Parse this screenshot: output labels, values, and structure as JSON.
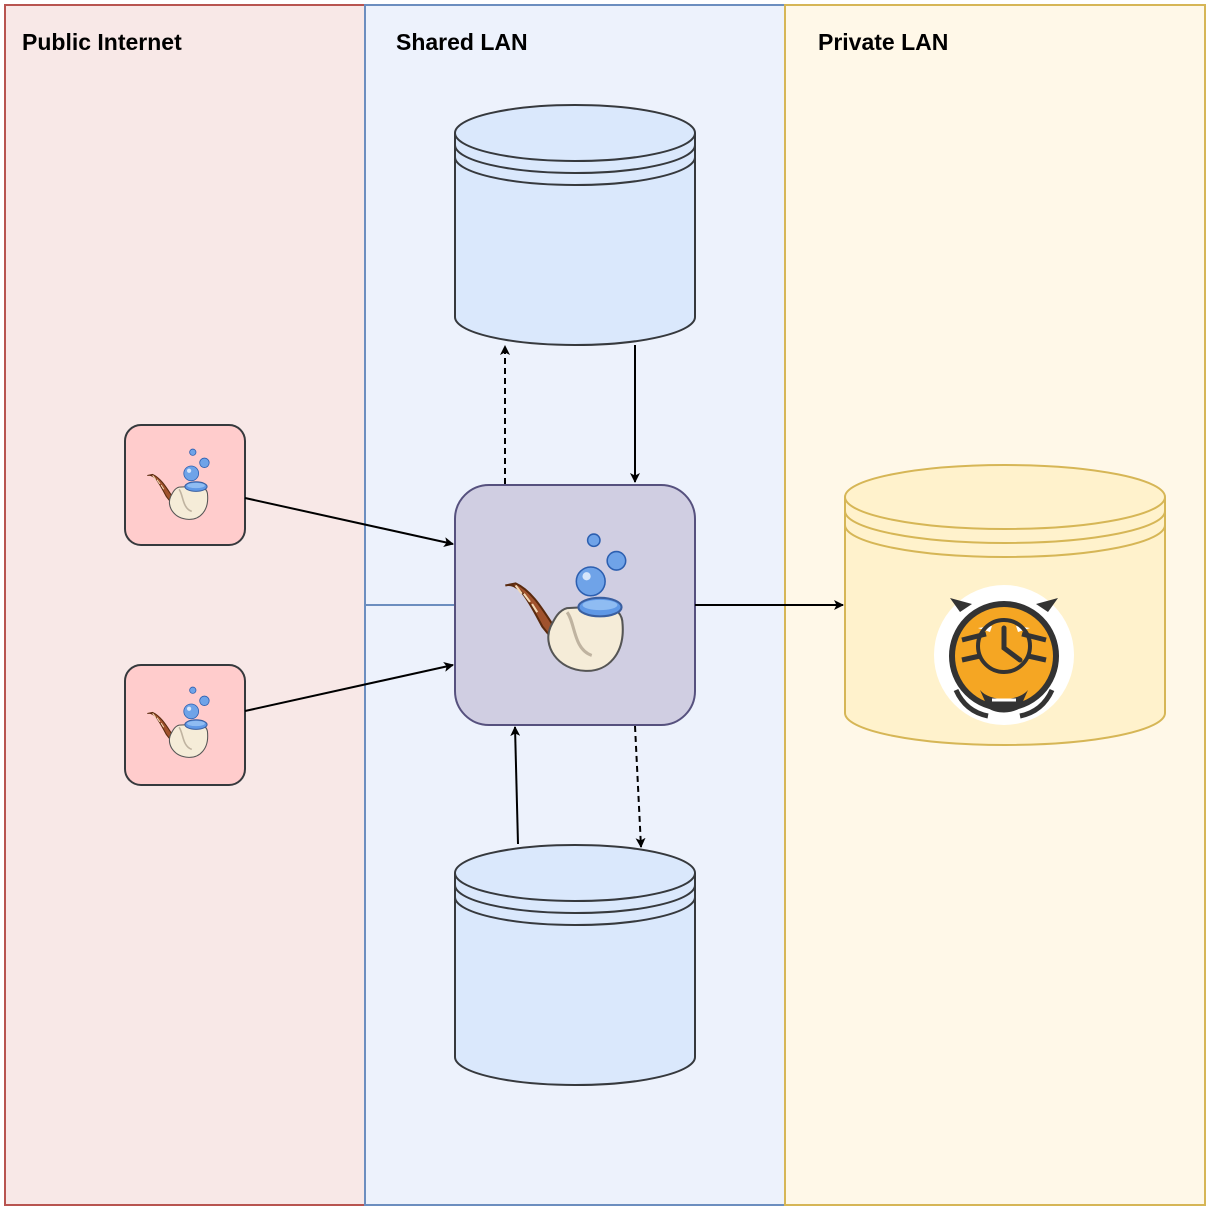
{
  "zones": [
    {
      "key": "public",
      "title": "Public Internet",
      "fill": "#f8e8e7",
      "stroke": "#b85450"
    },
    {
      "key": "shared",
      "title": "Shared LAN",
      "fill": "#edf2fc",
      "stroke": "#6c8ebf"
    },
    {
      "key": "private",
      "title": "Private LAN",
      "fill": "#fff8e8",
      "stroke": "#d6b656"
    }
  ],
  "nodes": {
    "client_top": {
      "icon": "pipe-bubbles-icon",
      "fill": "#ffcccc",
      "stroke": "#36393d"
    },
    "client_bottom": {
      "icon": "pipe-bubbles-icon",
      "fill": "#ffcccc",
      "stroke": "#36393d"
    },
    "relay": {
      "icon": "pipe-bubbles-icon",
      "fill": "#d0cee2",
      "stroke": "#56517e"
    },
    "db_top": {
      "shape": "cylinder",
      "fill": "#dae8fc",
      "stroke": "#36393d"
    },
    "db_bottom": {
      "shape": "cylinder",
      "fill": "#dae8fc",
      "stroke": "#36393d"
    },
    "db_private": {
      "shape": "cylinder",
      "icon": "tiger-clock-icon",
      "fill": "#fff2cc",
      "stroke": "#d6b656"
    }
  },
  "edges": [
    {
      "from": "client_top",
      "to": "relay",
      "style": "solid"
    },
    {
      "from": "client_bottom",
      "to": "relay",
      "style": "solid"
    },
    {
      "from": "relay",
      "to": "db_top",
      "style": "dashed"
    },
    {
      "from": "db_top",
      "to": "relay",
      "style": "solid"
    },
    {
      "from": "relay",
      "to": "db_bottom",
      "style": "dashed"
    },
    {
      "from": "db_bottom",
      "to": "relay",
      "style": "solid"
    },
    {
      "from": "relay",
      "to": "db_private",
      "style": "solid"
    }
  ]
}
